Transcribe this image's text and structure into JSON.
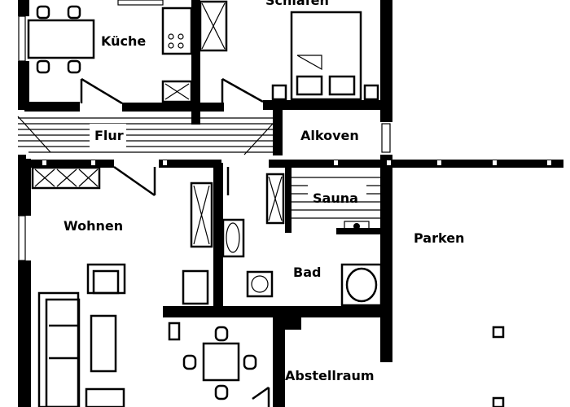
{
  "rooms": {
    "schlafen": "Schlafen",
    "kueche": "Küche",
    "flur": "Flur",
    "alkoven": "Alkoven",
    "wohnen": "Wohnen",
    "sauna": "Sauna",
    "parken": "Parken",
    "bad": "Bad",
    "abstellraum": "Abstellraum"
  },
  "colors": {
    "walls": "#000000",
    "background": "#ffffff"
  }
}
